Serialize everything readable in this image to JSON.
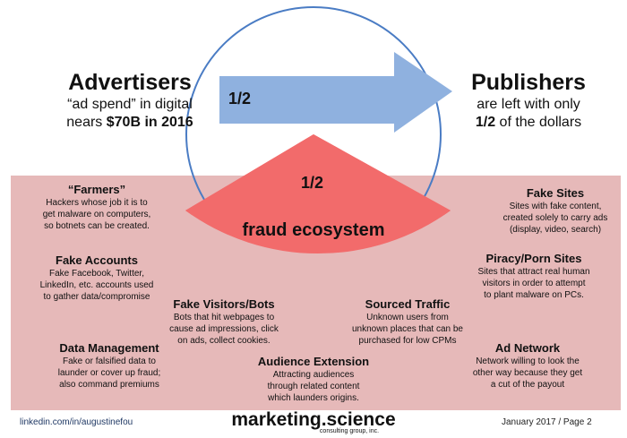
{
  "left": {
    "title": "Advertisers",
    "line1": "“ad spend” in digital",
    "line2_pre": "nears ",
    "line2_bold": "$70B in 2016"
  },
  "right": {
    "title": "Publishers",
    "line1": "are left with only",
    "line2_bold": "1/2",
    "line2_post": " of the dollars"
  },
  "arrow_label": "1/2",
  "wedge": {
    "fraction": "1/2",
    "label": "fraud ecosystem"
  },
  "blocks": [
    {
      "title": "“Farmers”",
      "lines": [
        "Hackers whose job it is to",
        "get malware on computers,",
        "so botnets can be created."
      ]
    },
    {
      "title": "Fake Accounts",
      "lines": [
        "Fake Facebook, Twitter,",
        "LinkedIn, etc. accounts used",
        "to gather data/compromise"
      ]
    },
    {
      "title": "Fake Visitors/Bots",
      "lines": [
        "Bots that hit webpages to",
        "cause ad impressions, click",
        "on ads, collect cookies."
      ]
    },
    {
      "title": "Data Management",
      "lines": [
        "Fake or falsified data to",
        "launder or cover up fraud;",
        "also command premiums"
      ]
    },
    {
      "title": "Audience Extension",
      "lines": [
        "Attracting audiences",
        "through related content",
        "which launders origins."
      ]
    },
    {
      "title": "Sourced Traffic",
      "lines": [
        "Unknown users from",
        "unknown places that can be",
        "purchased for low CPMs"
      ]
    },
    {
      "title": "Fake Sites",
      "lines": [
        "Sites with fake content,",
        "created solely to carry ads",
        "(display, video, search)"
      ]
    },
    {
      "title": "Piracy/Porn Sites",
      "lines": [
        "Sites that attract real human",
        "visitors in order to attempt",
        "to plant malware on PCs."
      ]
    },
    {
      "title": "Ad Network",
      "lines": [
        "Network willing to look the",
        "other way because they get",
        "a cut of the payout"
      ]
    }
  ],
  "footer": {
    "link": "linkedin.com/in/augustinefou",
    "logo": "marketing.science",
    "logo_sub": "consulting group, inc.",
    "page": "January 2017 / Page 2"
  },
  "colors": {
    "band": "#e6b9b9",
    "wedge": "#f26b6b",
    "arrow": "#8fb1df",
    "circle": "#4a7cc4"
  }
}
